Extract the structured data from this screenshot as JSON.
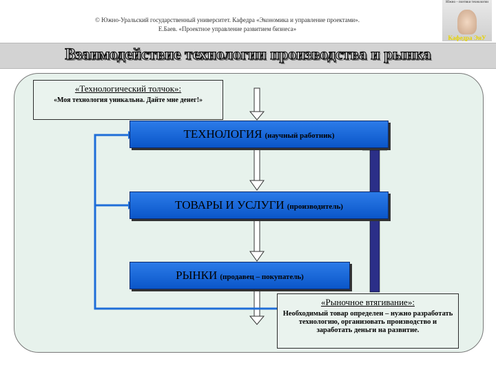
{
  "header": {
    "line1": "© Южно-Уральский государственный университет. Кафедра «Экономика и управление проектами».",
    "line2": "Е.Баев. «Проектное управление развитием бизнеса»"
  },
  "logo": {
    "caption": "Южно – поэтики технологии",
    "label": "Кафедра ЭиУ"
  },
  "title": "Взаимодействие технологии производства и рынка",
  "push_note": {
    "title": "«Технологический толчок»:",
    "body": "«Моя технология уникальна. Дайте мне денег!»"
  },
  "pull_note": {
    "title": "«Рыночное втягивание»:",
    "body": "Необходимый товар определен – нужно разработать технологию, организовать производство и заработать деньги на развитие."
  },
  "boxes": {
    "tech": {
      "main": "ТЕХНОЛОГИЯ",
      "sub": "(научный работник)"
    },
    "goods": {
      "main": "ТОВАРЫ И УСЛУГИ",
      "sub": "(производитель)"
    },
    "markets": {
      "main": "РЫНКИ",
      "sub": "(продавец – покупатель)"
    }
  },
  "colors": {
    "box_fill": "#1a6ad9",
    "loop_line": "#1f6ed8",
    "up_arrow": "#2b2f88",
    "panel_bg": "#e7f2ec"
  }
}
